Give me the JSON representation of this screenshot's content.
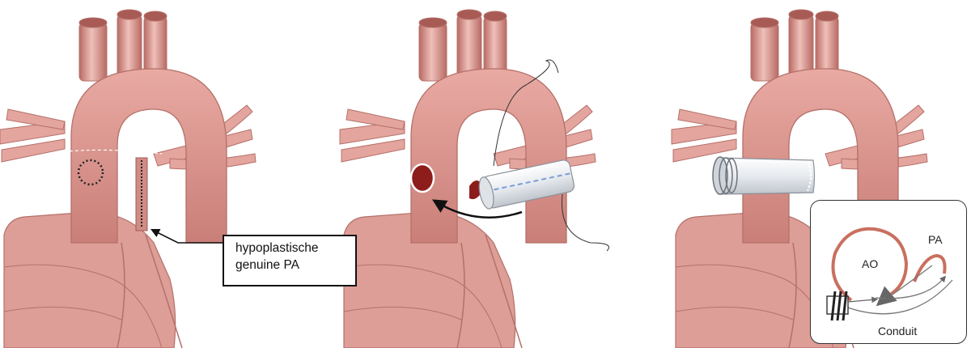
{
  "callout": {
    "line1": "hypoplastische",
    "line2": "genuine PA"
  },
  "inset": {
    "ao_label": "AO",
    "pa_label": "PA",
    "conduit_label": "Conduit"
  },
  "colors": {
    "vessel": "#d9918a",
    "vessel_dark": "#b86a64",
    "vessel_light": "#efc0b9",
    "conduit": "#eef0f2",
    "suture_blue": "#7a9ed8",
    "accent_arrow": "#c9705f"
  }
}
